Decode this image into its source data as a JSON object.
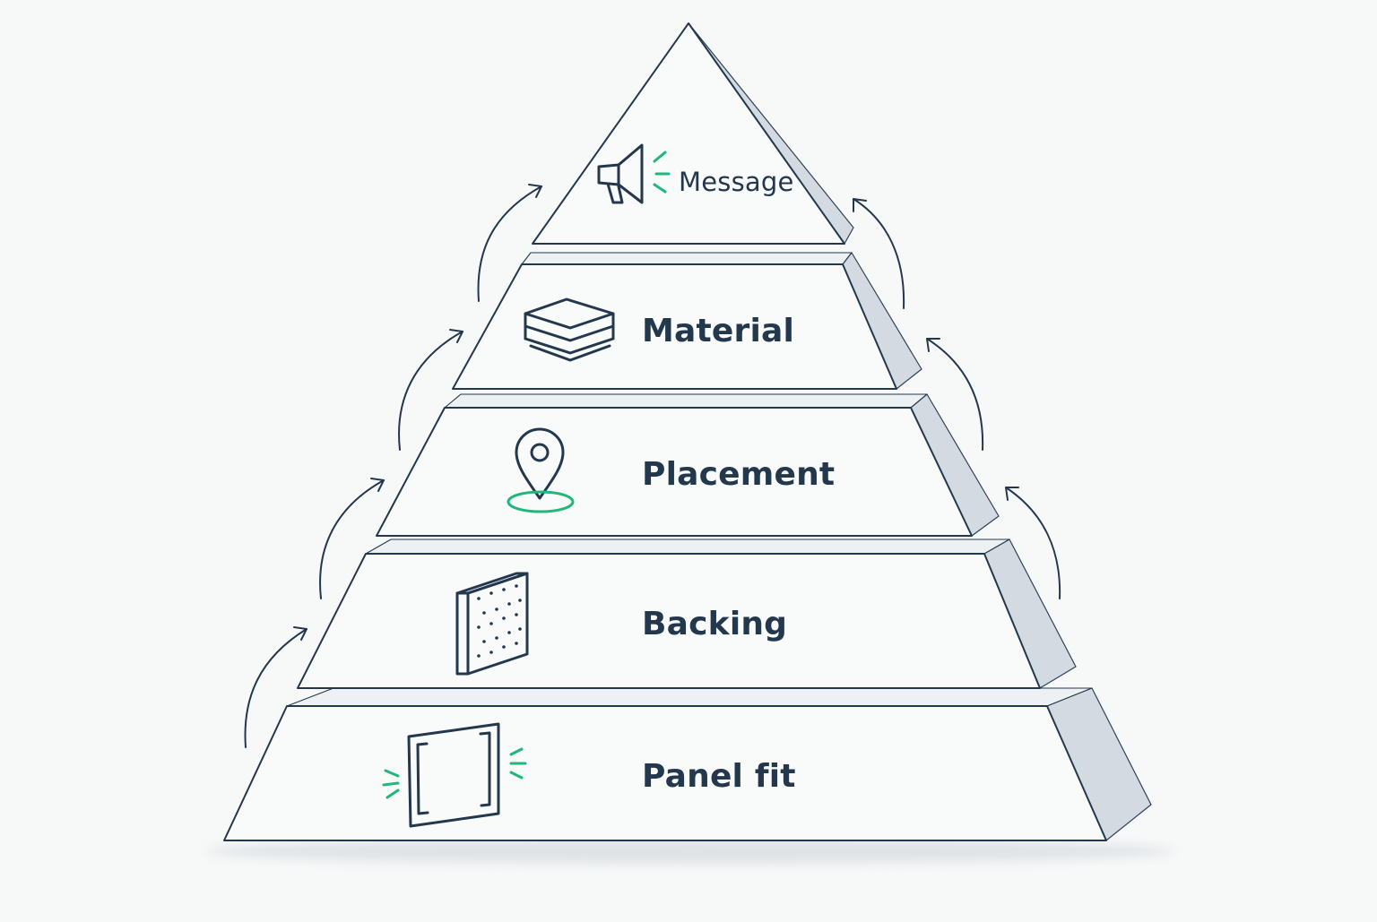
{
  "diagram": {
    "tiers": [
      {
        "label": "Message",
        "icon": "megaphone-icon"
      },
      {
        "label": "Material",
        "icon": "layers-icon"
      },
      {
        "label": "Placement",
        "icon": "location-pin-icon"
      },
      {
        "label": "Backing",
        "icon": "backing-board-icon"
      },
      {
        "label": "Panel fit",
        "icon": "panel-frame-icon"
      }
    ],
    "colors": {
      "ink": "#24384d",
      "accent": "#20b77a",
      "side": "#d3d9e0",
      "background": "#f7f8f8"
    }
  }
}
